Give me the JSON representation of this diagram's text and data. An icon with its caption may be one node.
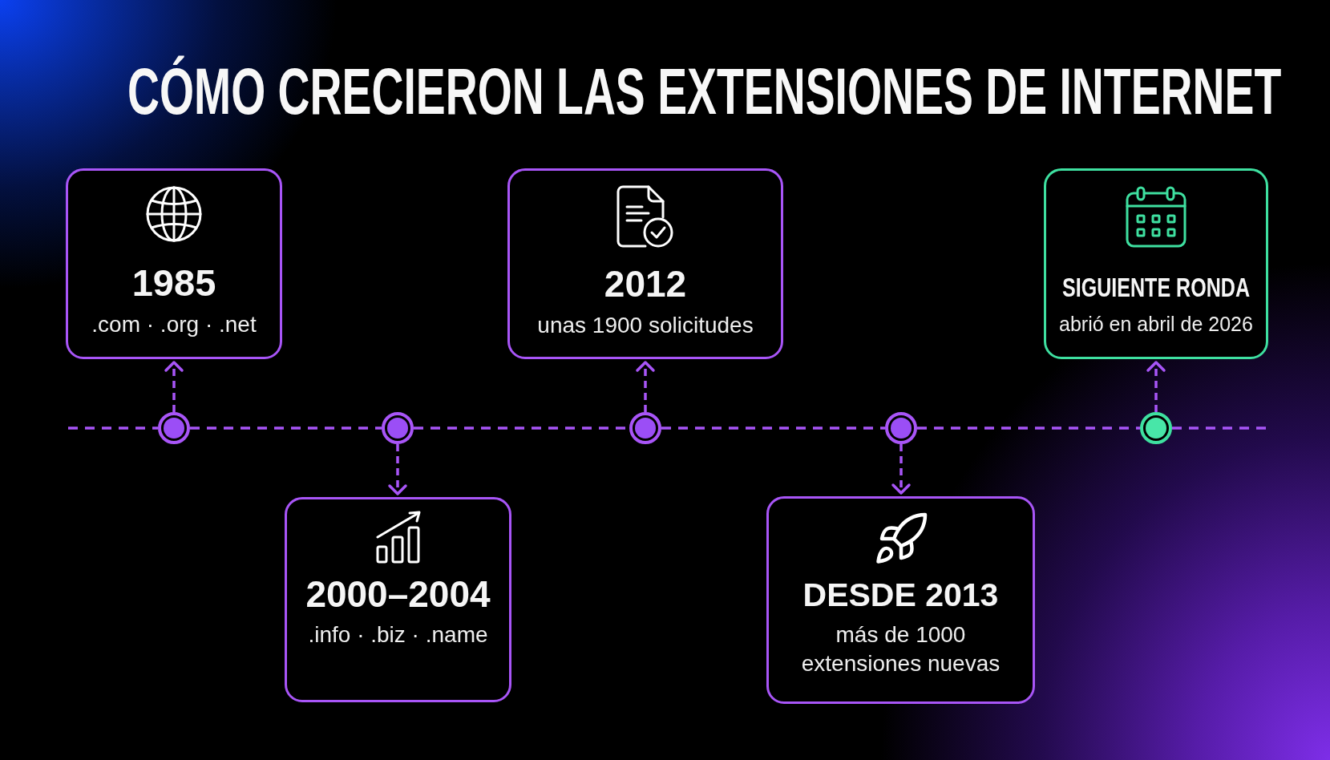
{
  "diagram": {
    "title": "CÓMO CRECIERON LAS EXTENSIONES DE INTERNET",
    "nodes": [
      {
        "text": [
          "1985",
          ".com · .org · .net"
        ]
      },
      {
        "text": [
          "2012",
          "unas 1900 solicitudes"
        ]
      },
      {
        "text": [
          "SIGUIENTE RONDA",
          "abrió en abril de 2026"
        ]
      },
      {
        "text": [],
        "shape": "circle"
      },
      {
        "text": [],
        "shape": "circle"
      },
      {
        "text": [],
        "shape": "circle"
      },
      {
        "text": [],
        "shape": "circle"
      },
      {
        "text": [],
        "shape": "circle"
      },
      {
        "text": [
          "2000–2004",
          ".info · .biz · .name"
        ]
      },
      {
        "text": [
          "DESDE 2013",
          "más de 1000 extensiones nuevas"
        ]
      }
    ],
    "edges": [
      {
        "from": 3,
        "to": 0,
        "arrow": "to",
        "style": "dashed"
      },
      {
        "from": 4,
        "to": 8,
        "arrow": "to",
        "style": "dashed"
      },
      {
        "from": 5,
        "to": 1,
        "arrow": "to",
        "style": "dashed"
      },
      {
        "from": 6,
        "to": 9,
        "arrow": "to",
        "style": "dashed"
      },
      {
        "from": 7,
        "to": 2,
        "arrow": "to",
        "style": "dashed"
      },
      {
        "from": null,
        "to": 3,
        "arrow": "none",
        "style": "dashed"
      },
      {
        "from": 3,
        "to": 4,
        "arrow": "none",
        "style": "dashed"
      },
      {
        "from": 4,
        "to": 5,
        "arrow": "none",
        "style": "dashed"
      },
      {
        "from": 5,
        "to": 6,
        "arrow": "none",
        "style": "dashed"
      },
      {
        "from": 6,
        "to": 7,
        "arrow": "none",
        "style": "dashed"
      },
      {
        "from": 7,
        "to": null,
        "arrow": "none",
        "style": "dashed"
      }
    ]
  }
}
